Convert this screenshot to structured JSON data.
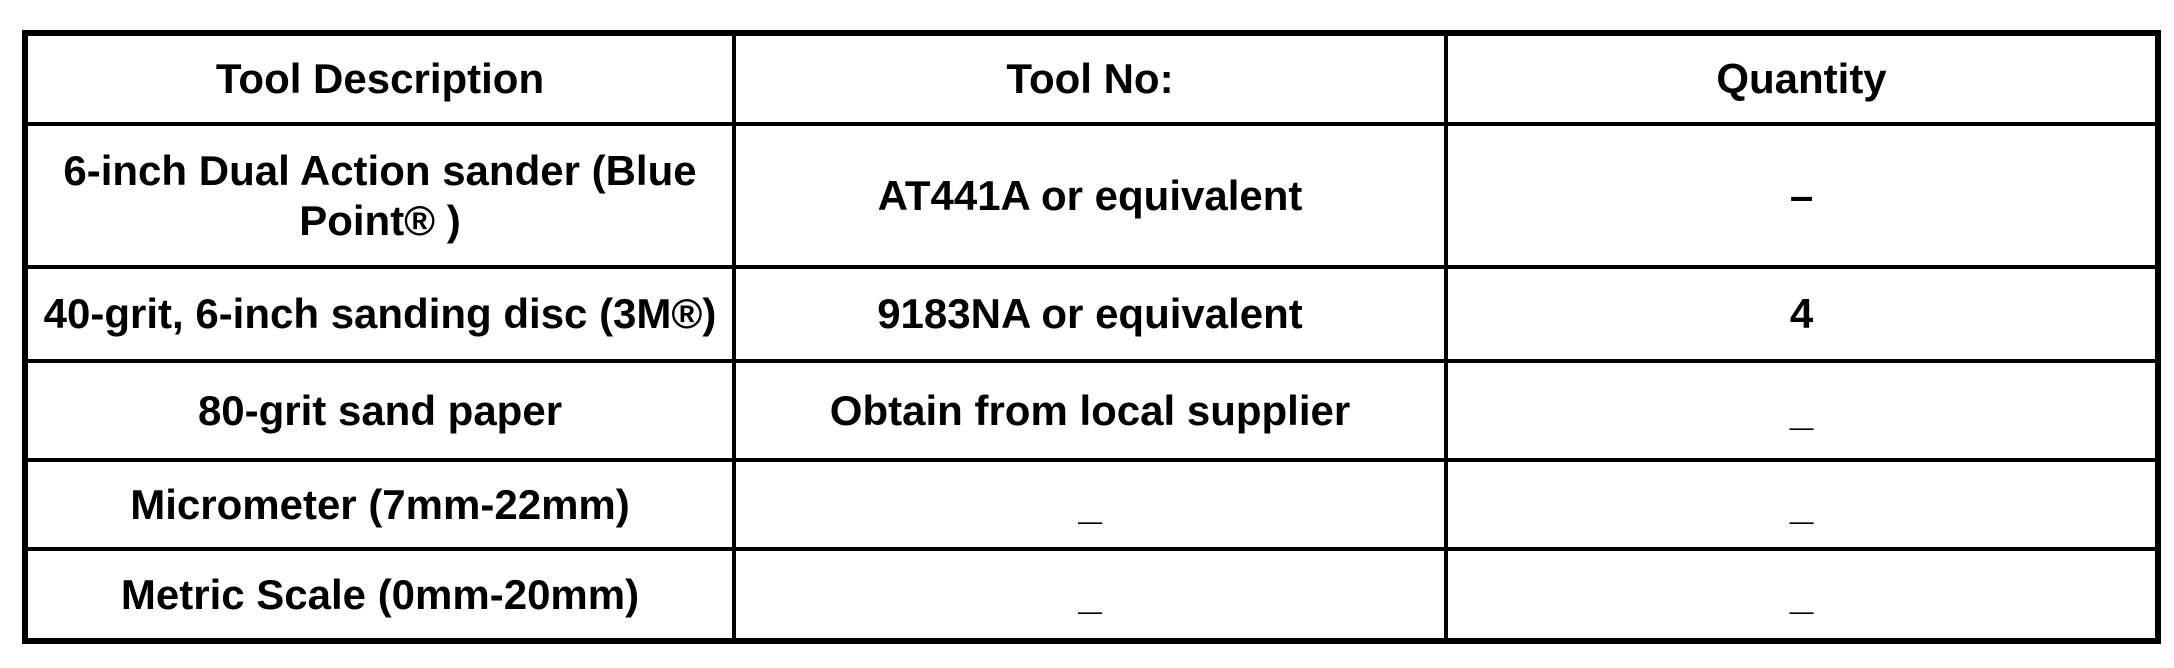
{
  "table": {
    "columns": [
      {
        "label": "Tool Description"
      },
      {
        "label": "Tool No:"
      },
      {
        "label": "Quantity"
      }
    ],
    "rows": [
      {
        "description": "6-inch Dual Action sander (Blue Point® )",
        "tool_no": "AT441A or equivalent",
        "quantity": "–"
      },
      {
        "description": "40-grit, 6-inch sanding disc (3M®)",
        "tool_no": "9183NA or equivalent",
        "quantity": "4"
      },
      {
        "description": "80-grit sand paper",
        "tool_no": "Obtain from local supplier",
        "quantity": "_"
      },
      {
        "description": "Micrometer (7mm-22mm)",
        "tool_no": "_",
        "quantity": "_"
      },
      {
        "description": "Metric Scale (0mm-20mm)",
        "tool_no": "_",
        "quantity": "_"
      }
    ]
  }
}
